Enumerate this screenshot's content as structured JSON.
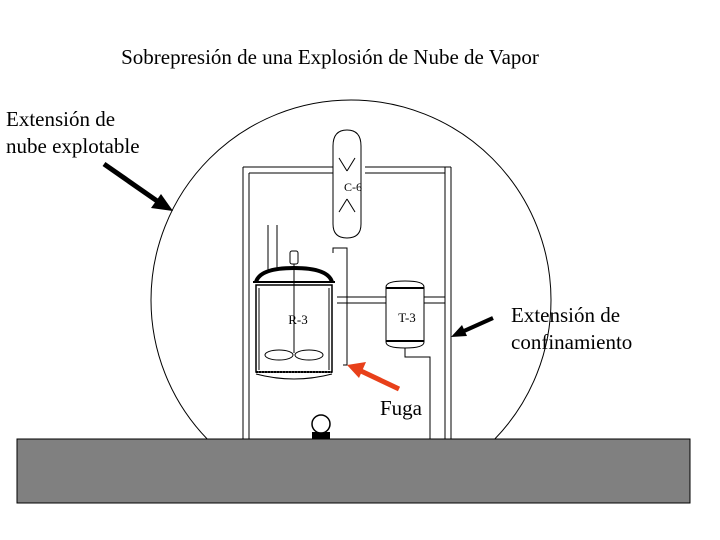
{
  "title": "Sobrepresión de una Explosión de Nube de Vapor",
  "labels": {
    "cloud_extent": "Extensión de\nnube explotable",
    "confinement_extent": "Extensión de\nconfinamiento",
    "leak": "Fuga"
  },
  "equipment": {
    "column": "C-6",
    "reactor": "R-3",
    "tank": "T-3"
  },
  "colors": {
    "ground": "#808080",
    "leak_arrow": "#e8401a",
    "line": "#000000"
  }
}
